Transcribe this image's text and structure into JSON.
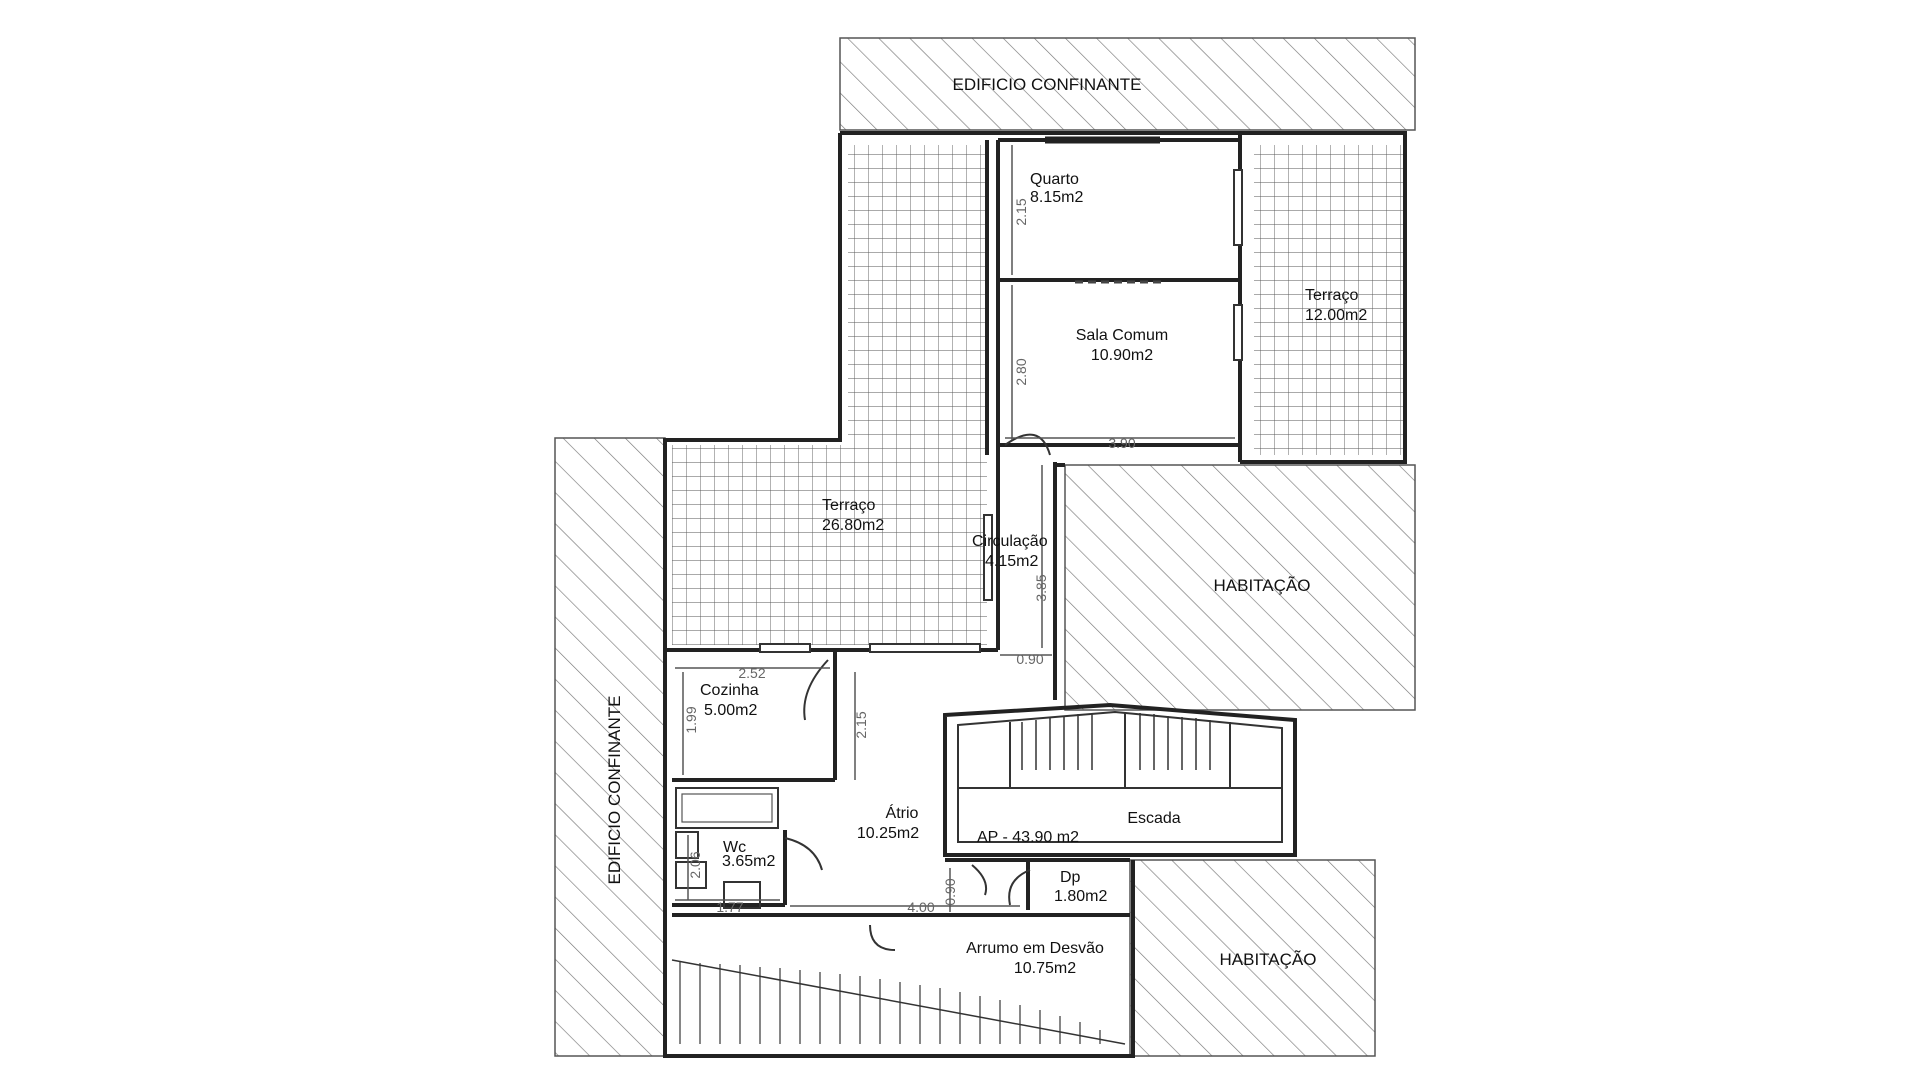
{
  "zones": {
    "neighbor_top": "EDIFICIO CONFINANTE",
    "neighbor_left": "EDIFICIO CONFINANTE",
    "housing_right": "HABITAÇÃO",
    "housing_bottom": "HABITAÇÃO"
  },
  "rooms": {
    "quarto": {
      "name": "Quarto",
      "area": "8.15m2"
    },
    "sala": {
      "name": "Sala Comum",
      "area": "10.90m2"
    },
    "terraco_right": {
      "name": "Terraço",
      "area": "12.00m2"
    },
    "terraco_left": {
      "name": "Terraço",
      "area": "26.80m2"
    },
    "circulacao": {
      "name": "Circulação",
      "area": "4.15m2"
    },
    "cozinha": {
      "name": "Cozinha",
      "area": "5.00m2"
    },
    "atrio": {
      "name": "Átrio",
      "area": "10.25m2"
    },
    "wc": {
      "name": "Wc",
      "area": "3.65m2"
    },
    "escada": {
      "name": "Escada"
    },
    "ap": {
      "label": "AP - 43.90 m2"
    },
    "dp": {
      "name": "Dp",
      "area": "1.80m2"
    },
    "arrumo": {
      "name": "Arrumo em Desvão",
      "area": "10.75m2"
    }
  },
  "dimensions": {
    "quarto_height": "2.15",
    "sala_height": "2.80",
    "sala_width": "3.90",
    "circulacao_length": "3.85",
    "circulacao_width": "0.90",
    "cozinha_width": "2.52",
    "cozinha_height": "1.99",
    "atrio_height": "2.15",
    "wc_height": "2.06",
    "wc_width": "1.77",
    "arrumo_width": "4.00",
    "dp_width": "0.90"
  }
}
